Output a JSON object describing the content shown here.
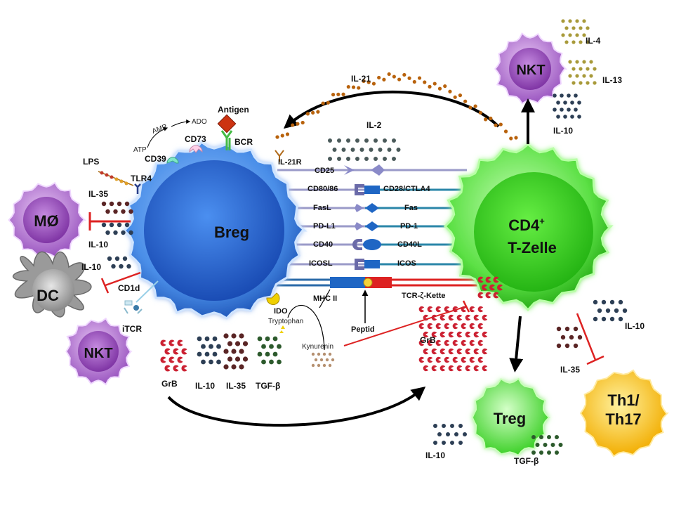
{
  "cells": {
    "breg": "Breg",
    "cd4_line1": "CD4",
    "cd4_sup": "+",
    "cd4_line2": "T-Zelle",
    "nkt_top": "NKT",
    "nkt_left": "NKT",
    "macrophage": "MØ",
    "dc": "DC",
    "treg": "Treg",
    "th1": "Th1/",
    "th17": "Th17"
  },
  "breg_surface": {
    "antigen": "Antigen",
    "bcr": "BCR",
    "cd73": "CD73",
    "cd39": "CD39",
    "lps": "LPS",
    "tlr4": "TLR4",
    "il21r": "IL-21R",
    "cd1d": "CD1d",
    "itcr": "iTCR",
    "atp": "ATP",
    "amp": "AMP",
    "ado": "ADO"
  },
  "receptor_pairs": [
    {
      "left": "CD25",
      "right": ""
    },
    {
      "left": "CD80/86",
      "right": "CD28/CTLA4"
    },
    {
      "left": "FasL",
      "right": "Fas"
    },
    {
      "left": "PD-L1",
      "right": "PD-1"
    },
    {
      "left": "CD40",
      "right": "CD40L"
    },
    {
      "left": "ICOSL",
      "right": "ICOS"
    }
  ],
  "mhc": {
    "mhc_ii": "MHC II",
    "tcr": "TCR-ζ-Kette",
    "peptid": "Peptid"
  },
  "ido": {
    "ido": "IDO",
    "tryptophan": "Tryptophan",
    "kynurenin": "Kynurenin"
  },
  "cytokines": {
    "il21": "IL-21",
    "il2": "IL-2",
    "il4": "IL-4",
    "il13": "IL-13",
    "il10_nkt": "IL-10",
    "il35_mac": "IL-35",
    "il10_mac": "IL-10",
    "il10_dc": "IL-10",
    "grb_breg": "GrB",
    "il10_breg": "IL-10",
    "il35_breg": "IL-35",
    "tgfb_breg": "TGF-β",
    "grb_t": "GrB",
    "il10_th_a": "IL-10",
    "il35_th": "IL-35",
    "il10_treg": "IL-10",
    "tgfb_treg": "TGF-β"
  },
  "colors": {
    "breg": "#2f6fd6",
    "cd4": "#33cc22",
    "nkt": "#8a3fb0",
    "treg": "#33cc22",
    "th": "#f3b400",
    "dc": "#8c8c8c",
    "inhibition": "#dd2222",
    "il21_dot": "#b8620c",
    "il10_dot": "#2d3f55",
    "il35_dot": "#5a2525",
    "tgfb_dot": "#2c5a2c",
    "grb": "#cc2233",
    "il4_dot": "#a89a3a"
  }
}
